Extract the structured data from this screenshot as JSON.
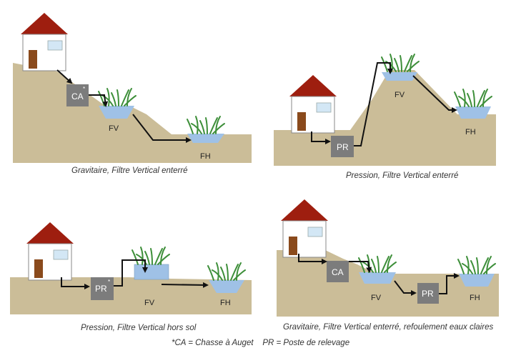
{
  "panels": {
    "p1": {
      "caption": "Gravitaire, Filtre Vertical enterré",
      "ca_label": "CA",
      "ca_mark": "*",
      "fv_label": "FV",
      "fh_label": "FH"
    },
    "p2": {
      "caption": "Pression, Filtre Vertical enterré",
      "pr_label": "PR",
      "fv_label": "FV",
      "fh_label": "FH"
    },
    "p3": {
      "caption": "Pression, Filtre Vertical hors sol",
      "pr_label": "PR",
      "pr_mark": "*",
      "fv_label": "FV",
      "fh_label": "FH"
    },
    "p4": {
      "caption": "Gravitaire, Filtre Vertical enterré, refoulement eaux claires",
      "ca_label": "CA",
      "pr_label": "PR",
      "fv_label": "FV",
      "fh_label": "FH"
    }
  },
  "footnote": "*CA = Chasse à Auget    PR = Poste de relevage",
  "colors": {
    "ground": "#cbbd98",
    "roof": "#9e1e0f",
    "house_wall": "#ffffff",
    "house_outline": "#888888",
    "door": "#8a4a1c",
    "window": "#d3e7f5",
    "box": "#7c7c7c",
    "water": "#9fc1e6",
    "plant": "#3e8f3a",
    "pipe": "#111111"
  }
}
